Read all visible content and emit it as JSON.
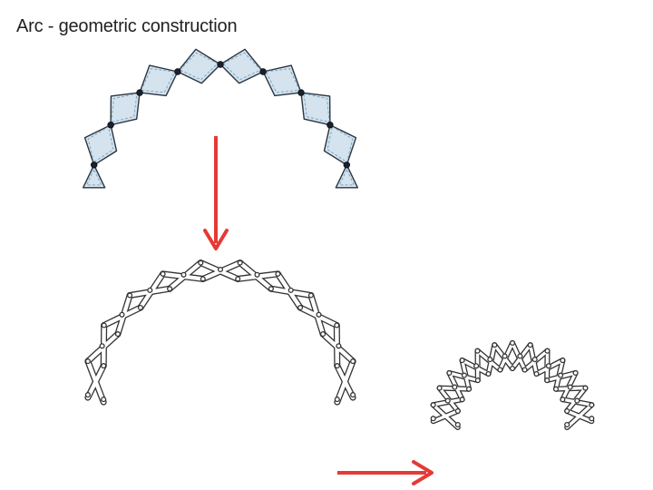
{
  "title": "Arc - geometric construction",
  "colors": {
    "cell_fill": "#d4e3ee",
    "cell_stroke": "#2a3540",
    "dash": "#7fa6c2",
    "joint": "#1a2030",
    "scissor_stroke": "#333333",
    "arrow": "#e53a35"
  },
  "stages": [
    {
      "name": "rhombus-arc"
    },
    {
      "name": "scissor-arc-expanded"
    },
    {
      "name": "scissor-arc-folded"
    }
  ]
}
